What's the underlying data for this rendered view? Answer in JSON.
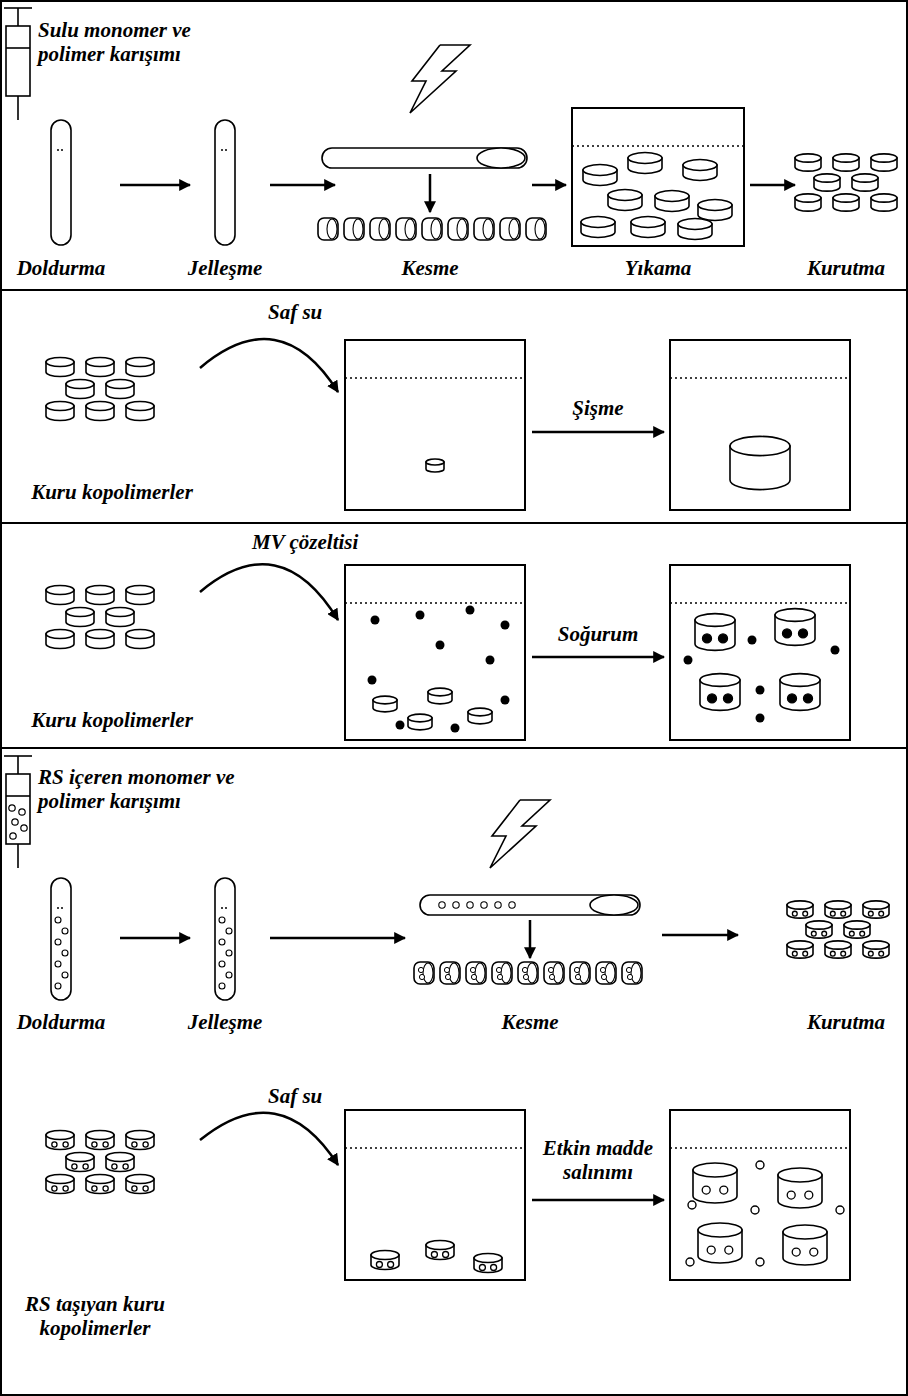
{
  "diagram": {
    "labels": [
      "Sulu monomer ve polimer karışımı",
      "Doldurma",
      "Jelleşme",
      "Kesme",
      "Yıkama",
      "Kurutma",
      "Saf su",
      "Şişme",
      "Kuru kopolimerler",
      "MV çözeltisi",
      "Soğurum",
      "Kuru kopolimerler",
      "RS içeren monomer ve polimer karışımı",
      "Doldurma",
      "Jelleşme",
      "Kesme",
      "Kurutma",
      "Saf su",
      "Etkin madde salınımı",
      "RS taşıyan kuru kopolimerler"
    ]
  }
}
